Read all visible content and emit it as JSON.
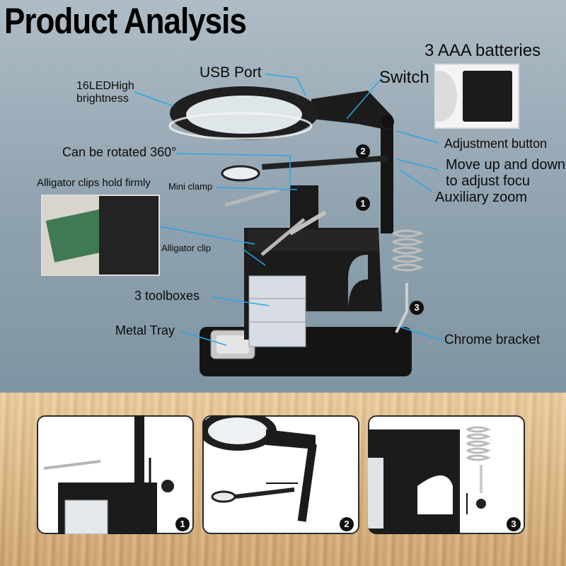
{
  "title": "Product Analysis",
  "labels": {
    "led": "16LEDHigh\nbrightness",
    "usb": "USB Port",
    "switch": "Switch",
    "batteries": "3 AAA batteries",
    "adjust_button": "Adjustment button",
    "rotate": "Can be rotated 360°",
    "move": "Move up and down\nto adjust focu",
    "auxiliary": "Auxiliary zoom",
    "alligator_firm": "Alligator clips hold firmly",
    "mini_clamp": "Mini clamp",
    "alligator_clip": "Alligator clip",
    "toolboxes": "3 toolboxes",
    "metal_tray": "Metal Tray",
    "chrome_bracket": "Chrome bracket"
  },
  "markers": [
    "1",
    "2",
    "3"
  ],
  "steps": [
    "1",
    "2",
    "3"
  ],
  "colors": {
    "callout_line": "#2aa5e8",
    "product": "#1a1a1a",
    "background": "#8ea1ae",
    "wood": "#d9b27c"
  }
}
